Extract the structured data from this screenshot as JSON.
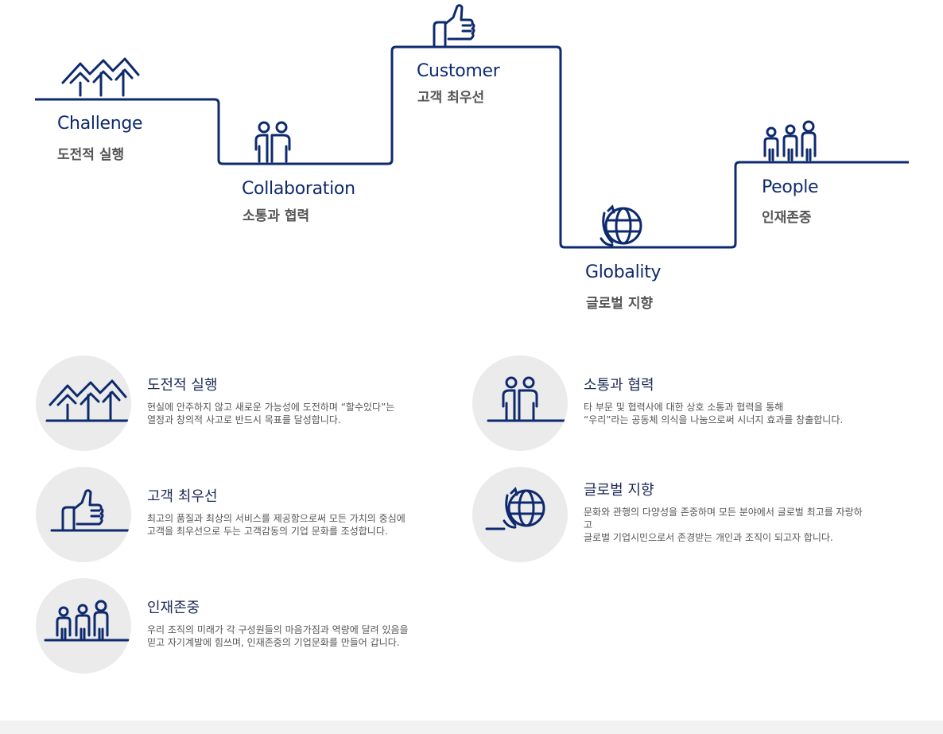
{
  "steps": [
    {
      "en": "Challenge",
      "ko": "도전적 실행",
      "icon": "arrows-up-icon"
    },
    {
      "en": "Collaboration",
      "ko": "소통과 협력",
      "icon": "two-people-icon"
    },
    {
      "en": "Customer",
      "ko": "고객 최우선",
      "icon": "thumbs-up-icon"
    },
    {
      "en": "Globality",
      "ko": "글로벌 지향",
      "icon": "globe-icon"
    },
    {
      "en": "People",
      "ko": "인재존중",
      "icon": "three-people-icon"
    }
  ],
  "values": [
    {
      "title": "도전적 실행",
      "lines": [
        "현실에 안주하지 않고 새로운 가능성에 도전하며 “할수있다”는",
        "열정과 창의적 사고로 반드시 목표를 달성합니다."
      ],
      "icon": "arrows-up-icon"
    },
    {
      "title": "소통과 협력",
      "lines": [
        "타 부문 및 협력사에 대한 상호 소통과 협력을 통해",
        "“우리”라는 공동체 의식을 나눔으로써 시너지 효과를 창출합니다."
      ],
      "icon": "two-people-icon"
    },
    {
      "title": "고객 최우선",
      "lines": [
        "최고의 품질과 최상의 서비스를 제공함으로써 모든 가치의 중심에",
        "고객을 최우선으로 두는 고객감동의 기업 문화를 조성합니다."
      ],
      "icon": "thumbs-up-icon"
    },
    {
      "title": "글로벌 지향",
      "lines": [
        "문화와 관행의 다양성을 존중하며 모든 분야에서 글로벌 최고를 자랑하",
        "고",
        "글로벌 기업시민으로서 존경받는 개인과 조직이 되고자 합니다."
      ],
      "icon": "globe-icon"
    },
    {
      "title": "인재존중",
      "lines": [
        "우리 조직의 미래가 각 구성원들의 마음가짐과 역량에 달려 있음을",
        "믿고 자기계발에 힘쓰며, 인재존중의 기업문화를 만들어 갑니다."
      ],
      "icon": "three-people-icon"
    }
  ],
  "colors": {
    "navy": "#0e2a6e",
    "circle_bg": "#ebebeb",
    "text": "#555555"
  }
}
